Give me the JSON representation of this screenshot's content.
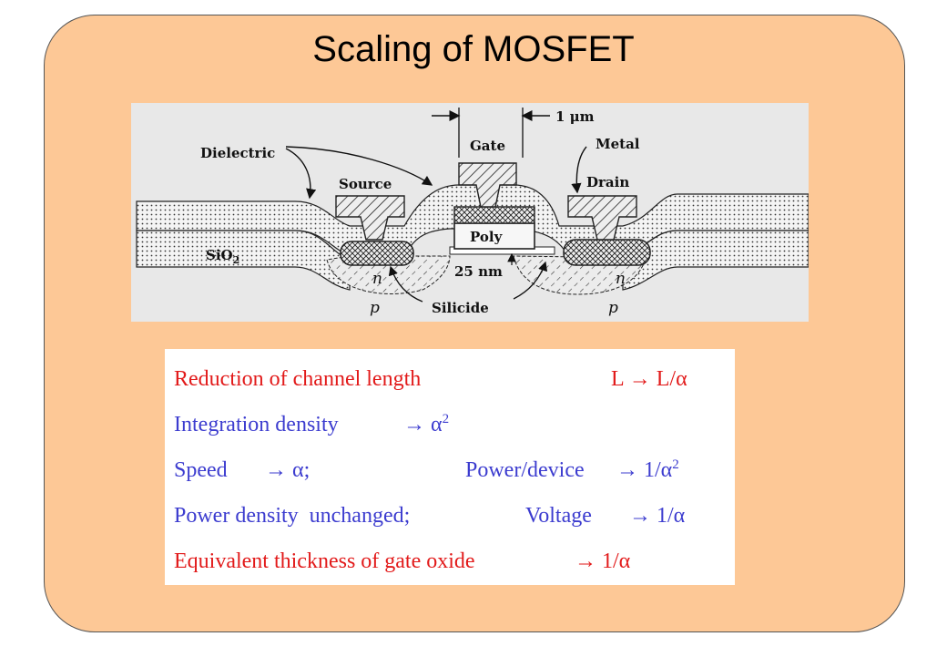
{
  "slide": {
    "title": "Scaling of MOSFET",
    "background_color": "#fdc896"
  },
  "figure": {
    "labels": {
      "dielectric": "Dielectric",
      "source": "Source",
      "gate": "Gate",
      "metal": "Metal",
      "drain": "Drain",
      "dimension_1um": "1 μm",
      "sio2": "SiO",
      "sio2_sub": "2",
      "poly": "Poly",
      "thickness_25nm": "25 nm",
      "n_left": "n",
      "n_right": "n",
      "p_left": "p",
      "p_right": "p",
      "silicide": "Silicide"
    }
  },
  "rules": {
    "row1": {
      "text": "Reduction of channel length",
      "value": "L → L/α",
      "color": "#e21a1a"
    },
    "row2": {
      "text": "Integration density",
      "value_prefix": "→ α",
      "value_sup": "2",
      "color": "#3c3ccf"
    },
    "row3": {
      "text": "Speed",
      "value": "→ α;",
      "text2": "Power/device",
      "value2_prefix": "→ 1/α",
      "value2_sup": "2",
      "color": "#3c3ccf"
    },
    "row4": {
      "text": "Power density  unchanged;",
      "text2": "Voltage",
      "value2": "→ 1/α",
      "color": "#3c3ccf"
    },
    "row5": {
      "text": "Equivalent thickness of gate oxide",
      "value": "→ 1/α",
      "color": "#e21a1a"
    }
  }
}
